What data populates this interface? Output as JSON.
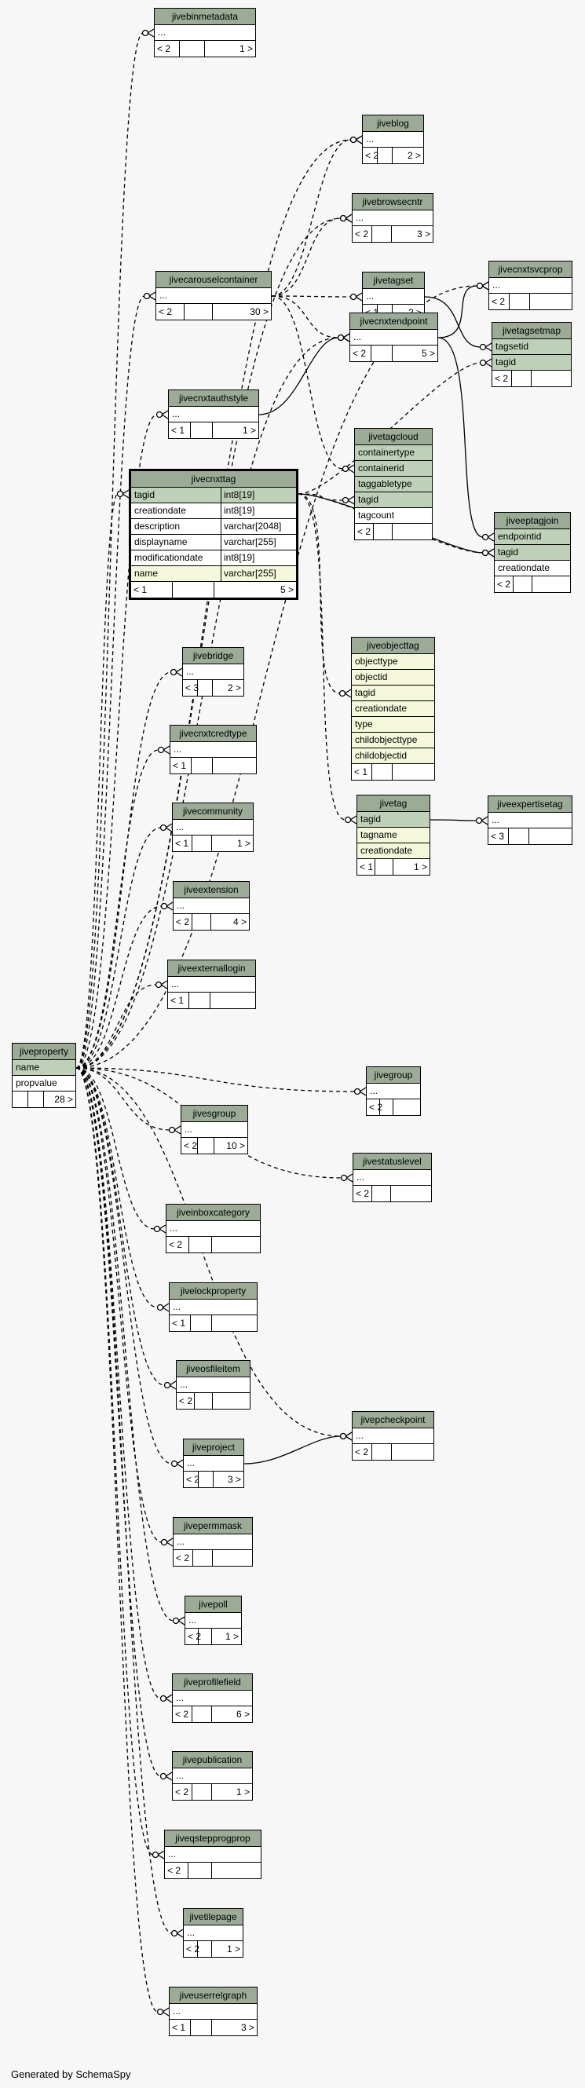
{
  "generated_by": "Generated by SchemaSpy",
  "tables": {
    "jivebinmetadata": {
      "name": "jivebinmetadata",
      "rows": [
        "..."
      ],
      "parents": "< 2",
      "children": "1 >"
    },
    "jiveblog": {
      "name": "jiveblog",
      "rows": [
        "..."
      ],
      "parents": "< 2",
      "children": "2 >"
    },
    "jivebrowsecntr": {
      "name": "jivebrowsecntr",
      "rows": [
        "..."
      ],
      "parents": "< 2",
      "children": "3 >"
    },
    "jivecnxtsvcprop": {
      "name": "jivecnxtsvcprop",
      "rows": [
        "..."
      ],
      "parents": "< 2",
      "children": ""
    },
    "jivecarouselcontainer": {
      "name": "jivecarouselcontainer",
      "rows": [
        "..."
      ],
      "parents": "< 2",
      "children": "30 >"
    },
    "jivetagset": {
      "name": "jivetagset",
      "rows": [
        "..."
      ],
      "parents": "< 1",
      "children": "2 >"
    },
    "jivetagsetmap": {
      "name": "jivetagsetmap",
      "rows": [
        "tagsetid",
        "tagid"
      ],
      "parents": "< 2",
      "children": ""
    },
    "jivecnxtendpoint": {
      "name": "jivecnxtendpoint",
      "rows": [
        "..."
      ],
      "parents": "< 2",
      "children": "5 >"
    },
    "jivecnxtauthstyle": {
      "name": "jivecnxtauthstyle",
      "rows": [
        "..."
      ],
      "parents": "< 1",
      "children": "1 >"
    },
    "jivetagcloud": {
      "name": "jivetagcloud",
      "rows": [
        "containertype",
        "containerid",
        "taggabletype",
        "tagid",
        "tagcount"
      ],
      "parents": "< 2",
      "children": ""
    },
    "jivecnxttag": {
      "name": "jivecnxttag",
      "columns": [
        {
          "name": "tagid",
          "type": "int8[19]"
        },
        {
          "name": "creationdate",
          "type": "int8[19]"
        },
        {
          "name": "description",
          "type": "varchar[2048]"
        },
        {
          "name": "displayname",
          "type": "varchar[255]"
        },
        {
          "name": "modificationdate",
          "type": "int8[19]"
        },
        {
          "name": "name",
          "type": "varchar[255]"
        }
      ],
      "parents": "< 1",
      "children": "5 >"
    },
    "jiveeptagjoin": {
      "name": "jiveeptagjoin",
      "rows": [
        "endpointid",
        "tagid",
        "creationdate"
      ],
      "parents": "< 2",
      "children": ""
    },
    "jiveobjecttag": {
      "name": "jiveobjecttag",
      "rows": [
        "objecttype",
        "objectid",
        "tagid",
        "creationdate",
        "type",
        "childobjecttype",
        "childobjectid"
      ],
      "parents": "< 1",
      "children": ""
    },
    "jivebridge": {
      "name": "jivebridge",
      "rows": [
        "..."
      ],
      "parents": "< 3",
      "children": "2 >"
    },
    "jivecnxtcredtype": {
      "name": "jivecnxtcredtype",
      "rows": [
        "..."
      ],
      "parents": "< 1",
      "children": ""
    },
    "jivecommunity": {
      "name": "jivecommunity",
      "rows": [
        "..."
      ],
      "parents": "< 1",
      "children": "1 >"
    },
    "jivetag": {
      "name": "jivetag",
      "rows": [
        "tagid",
        "tagname",
        "creationdate"
      ],
      "parents": "< 1",
      "children": "1 >"
    },
    "jiveexpertisetag": {
      "name": "jiveexpertisetag",
      "rows": [
        "..."
      ],
      "parents": "< 3",
      "children": ""
    },
    "jiveextension": {
      "name": "jiveextension",
      "rows": [
        "..."
      ],
      "parents": "< 2",
      "children": "4 >"
    },
    "jiveexternallogin": {
      "name": "jiveexternallogin",
      "rows": [
        "..."
      ],
      "parents": "< 1",
      "children": ""
    },
    "jiveproperty": {
      "name": "jiveproperty",
      "rows": [
        "name",
        "propvalue"
      ],
      "parents": "",
      "children": "28 >"
    },
    "jivegroup": {
      "name": "jivegroup",
      "rows": [
        "..."
      ],
      "parents": "< 2",
      "children": ""
    },
    "jivesgroup": {
      "name": "jivesgroup",
      "rows": [
        "..."
      ],
      "parents": "< 2",
      "children": "10 >"
    },
    "jivestatuslevel": {
      "name": "jivestatuslevel",
      "rows": [
        "..."
      ],
      "parents": "< 2",
      "children": ""
    },
    "jiveinboxcategory": {
      "name": "jiveinboxcategory",
      "rows": [
        "..."
      ],
      "parents": "< 2",
      "children": ""
    },
    "jivelockproperty": {
      "name": "jivelockproperty",
      "rows": [
        "..."
      ],
      "parents": "< 1",
      "children": ""
    },
    "jiveosfileitem": {
      "name": "jiveosfileitem",
      "rows": [
        "..."
      ],
      "parents": "< 2",
      "children": ""
    },
    "jivepcheckpoint": {
      "name": "jivepcheckpoint",
      "rows": [
        "..."
      ],
      "parents": "< 2",
      "children": ""
    },
    "jiveproject": {
      "name": "jiveproject",
      "rows": [
        "..."
      ],
      "parents": "< 2",
      "children": "3 >"
    },
    "jivepermmask": {
      "name": "jivepermmask",
      "rows": [
        "..."
      ],
      "parents": "< 2",
      "children": ""
    },
    "jivepoll": {
      "name": "jivepoll",
      "rows": [
        "..."
      ],
      "parents": "< 2",
      "children": "1 >"
    },
    "jiveprofilefield": {
      "name": "jiveprofilefield",
      "rows": [
        "..."
      ],
      "parents": "< 2",
      "children": "6 >"
    },
    "jivepublication": {
      "name": "jivepublication",
      "rows": [
        "..."
      ],
      "parents": "< 2",
      "children": "1 >"
    },
    "jiveqstepprogprop": {
      "name": "jiveqstepprogprop",
      "rows": [
        "..."
      ],
      "parents": "< 2",
      "children": ""
    },
    "jivetilepage": {
      "name": "jivetilepage",
      "rows": [
        "..."
      ],
      "parents": "< 2",
      "children": "1 >"
    },
    "jiveuserrelgraph": {
      "name": "jiveuserrelgraph",
      "rows": [
        "..."
      ],
      "parents": "< 1",
      "children": "3 >"
    }
  }
}
